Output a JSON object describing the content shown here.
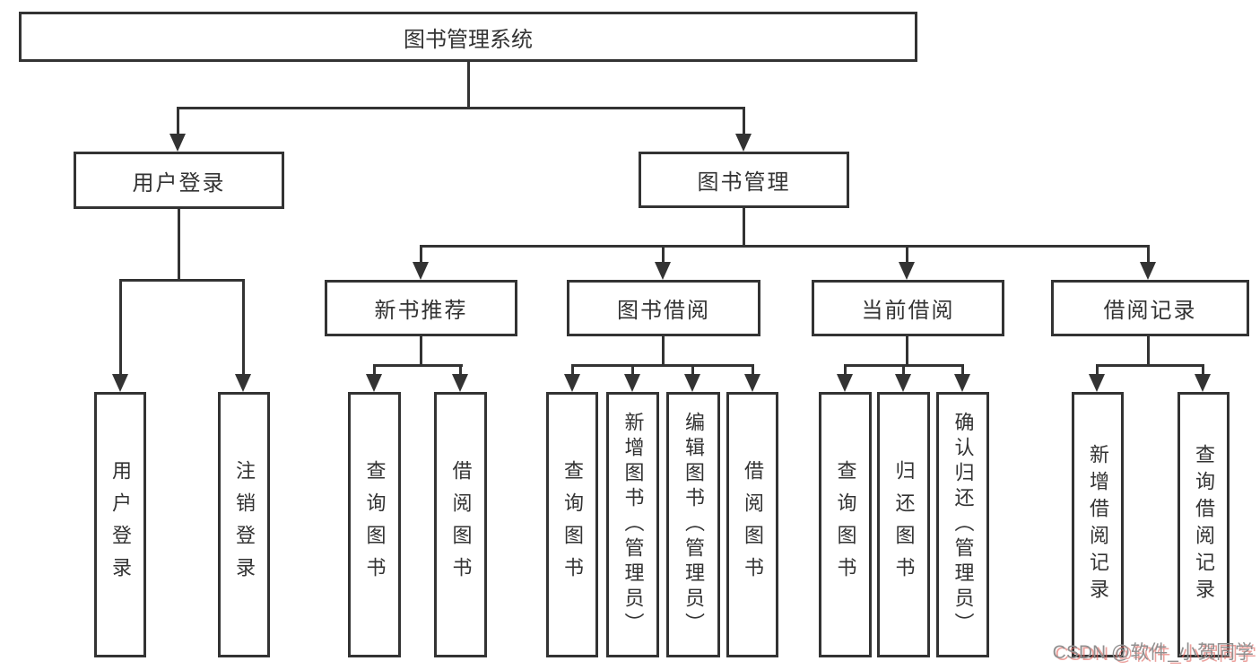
{
  "tree": {
    "root": "图书管理系统",
    "children": [
      {
        "label": "用户登录",
        "children": [
          {
            "label": "用户登录"
          },
          {
            "label": "注销登录"
          }
        ]
      },
      {
        "label": "图书管理",
        "children": [
          {
            "label": "新书推荐",
            "children": [
              {
                "label": "查询图书"
              },
              {
                "label": "借阅图书"
              }
            ]
          },
          {
            "label": "图书借阅",
            "children": [
              {
                "label": "查询图书"
              },
              {
                "label": "新增图书（管理员）"
              },
              {
                "label": "编辑图书（管理员）"
              },
              {
                "label": "借阅图书"
              }
            ]
          },
          {
            "label": "当前借阅",
            "children": [
              {
                "label": "查询图书"
              },
              {
                "label": "归还图书"
              },
              {
                "label": "确认归还（管理员）"
              }
            ]
          },
          {
            "label": "借阅记录",
            "children": [
              {
                "label": "新增借阅记录"
              },
              {
                "label": "查询借阅记录"
              }
            ]
          }
        ]
      }
    ]
  },
  "watermark": {
    "text": "CSDN @软件_小贺同学"
  },
  "colors": {
    "line": "#333333",
    "text": "#333333",
    "background": "#ffffff",
    "watermark_gray": "#909090",
    "watermark_red": "#e26e69"
  }
}
